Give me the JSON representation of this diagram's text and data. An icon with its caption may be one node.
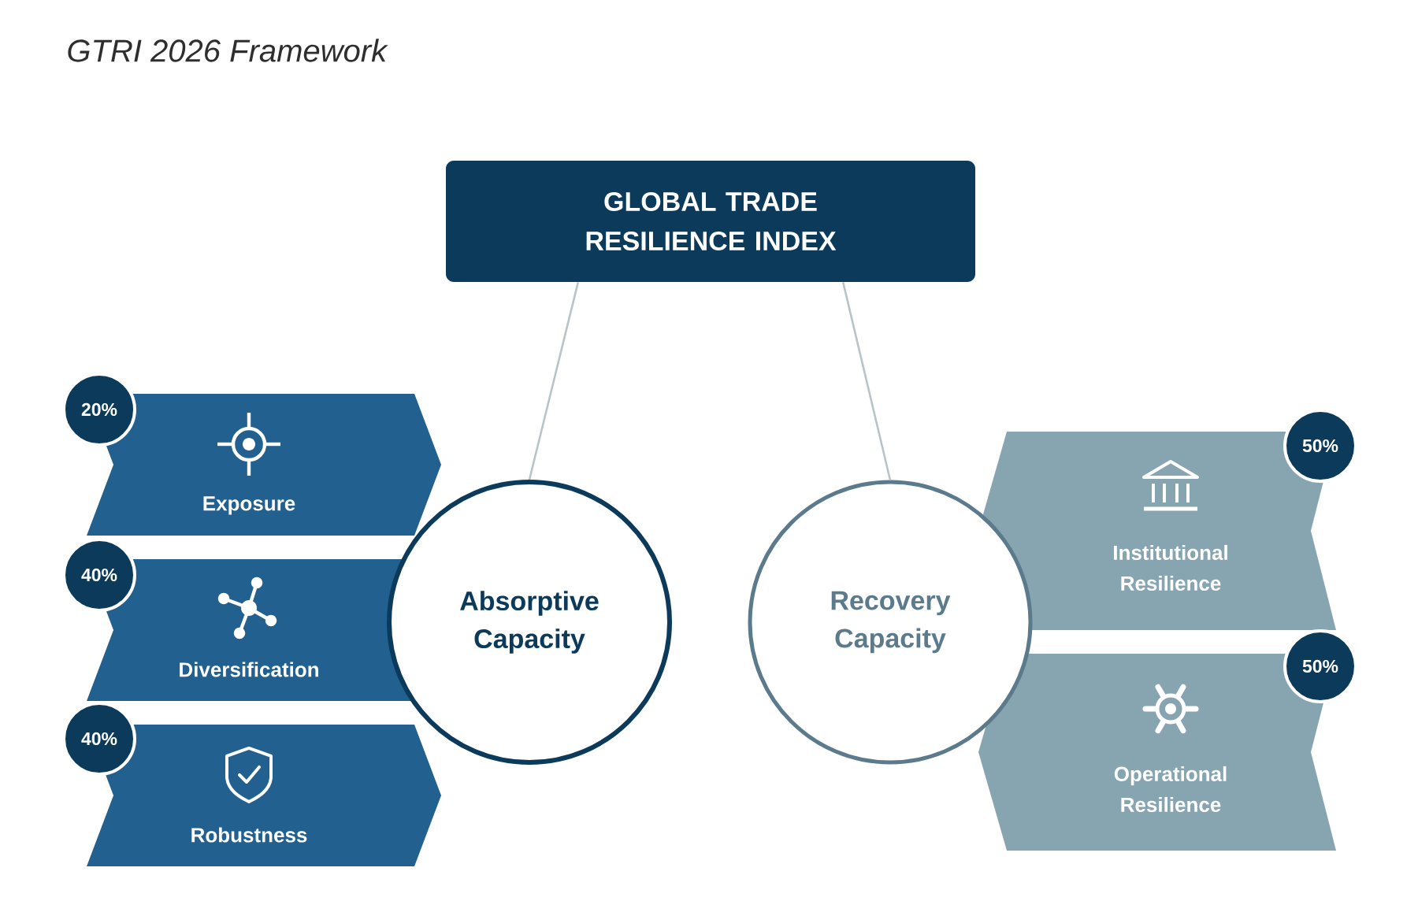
{
  "diagram": {
    "title": "GTRI 2026 Framework",
    "nodes": [
      {
        "text": [
          "GLOBAL TRADE RESILIENCE INDEX"
        ]
      },
      {
        "text": [
          "Absorptive Capacity"
        ]
      },
      {
        "text": [
          "Recovery Capacity"
        ]
      },
      {
        "text": [
          "20%"
        ]
      },
      {
        "text": [
          "Exposure"
        ]
      },
      {
        "text": [
          "40%"
        ]
      },
      {
        "text": [
          "Diversification"
        ]
      },
      {
        "text": [
          "40%"
        ]
      },
      {
        "text": [
          "Robustness"
        ]
      },
      {
        "text": [
          "Institutional Resilience"
        ]
      },
      {
        "text": [
          "50%"
        ]
      },
      {
        "text": [
          "Operational Resilience"
        ]
      },
      {
        "text": [
          "50%"
        ]
      }
    ],
    "edges": [
      {
        "from": 0,
        "to": 1,
        "arrow": "none"
      },
      {
        "from": 0,
        "to": 2,
        "arrow": "none"
      }
    ]
  }
}
